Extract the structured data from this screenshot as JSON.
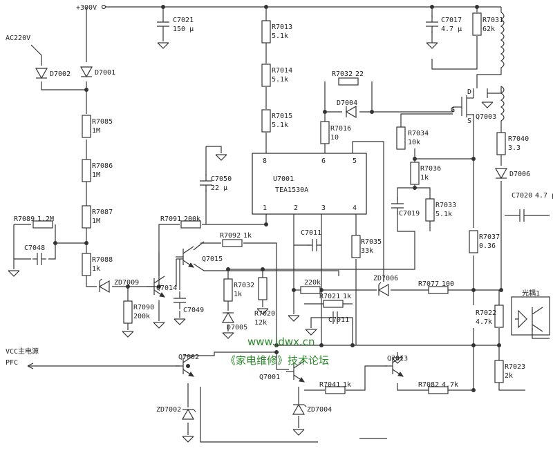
{
  "nets": {
    "v300": "+300V",
    "ac": "AC220V",
    "vcc": "VCC主电源",
    "pfc": "PFC",
    "opto": "光耦1"
  },
  "ic": {
    "ref": "U7001",
    "part": "TEA1530A",
    "pins": [
      "8",
      "6",
      "5",
      "1",
      "2",
      "3",
      "4"
    ]
  },
  "mosfet": {
    "ref": "Q7003",
    "d": "D",
    "g": "G",
    "s": "S"
  },
  "parts": [
    {
      "id": "c7021",
      "ref": "C7021",
      "val": "150 μ"
    },
    {
      "id": "r7013",
      "ref": "R7013",
      "val": "5.1k"
    },
    {
      "id": "r7014",
      "ref": "R7014",
      "val": "5.1k"
    },
    {
      "id": "r7015",
      "ref": "R7015",
      "val": "5.1k"
    },
    {
      "id": "c7017",
      "ref": "C7017",
      "val": "4.7 μ"
    },
    {
      "id": "r7031",
      "ref": "R7031",
      "val": "62k"
    },
    {
      "id": "d7002",
      "ref": "D7002",
      "val": ""
    },
    {
      "id": "d7001",
      "ref": "D7001",
      "val": ""
    },
    {
      "id": "r7085",
      "ref": "R7085",
      "val": "1M"
    },
    {
      "id": "r7086",
      "ref": "R7086",
      "val": "1M"
    },
    {
      "id": "r7087",
      "ref": "R7087",
      "val": "1M"
    },
    {
      "id": "r7088",
      "ref": "R7088",
      "val": "1k"
    },
    {
      "id": "r7089",
      "ref": "R7089",
      "val": "1.2M"
    },
    {
      "id": "c7048",
      "ref": "C7048",
      "val": ""
    },
    {
      "id": "r7032a",
      "ref": "R7032",
      "val": "22"
    },
    {
      "id": "d7004",
      "ref": "D7004",
      "val": ""
    },
    {
      "id": "r7016",
      "ref": "R7016",
      "val": "10"
    },
    {
      "id": "r7034",
      "ref": "R7034",
      "val": "10k"
    },
    {
      "id": "r7040",
      "ref": "R7040",
      "val": "3.3"
    },
    {
      "id": "d7006",
      "ref": "D7006",
      "val": ""
    },
    {
      "id": "c7050",
      "ref": "C7050",
      "val": "22 μ"
    },
    {
      "id": "r7036",
      "ref": "R7036",
      "val": "1k"
    },
    {
      "id": "c7019",
      "ref": "C7019",
      "val": ""
    },
    {
      "id": "r7033",
      "ref": "R7033",
      "val": "5.1k"
    },
    {
      "id": "c7020",
      "ref": "C7020",
      "val": "4.7 μ"
    },
    {
      "id": "r7091",
      "ref": "R7091",
      "val": "200k"
    },
    {
      "id": "r7092",
      "ref": "R7092",
      "val": "1k"
    },
    {
      "id": "c7011a",
      "ref": "C7011",
      "val": ""
    },
    {
      "id": "r7035",
      "ref": "R7035",
      "val": "33k"
    },
    {
      "id": "r7037",
      "ref": "R7037",
      "val": "0.36"
    },
    {
      "id": "q7015",
      "ref": "Q7015",
      "val": ""
    },
    {
      "id": "zd7009",
      "ref": "ZD7009",
      "val": ""
    },
    {
      "id": "q7014",
      "ref": "Q7014",
      "val": ""
    },
    {
      "id": "r7032b",
      "ref": "R7032",
      "val": "1k"
    },
    {
      "id": "zd7006",
      "ref": "ZD7006",
      "val": ""
    },
    {
      "id": "r7077",
      "ref": "R7077",
      "val": "100"
    },
    {
      "id": "r7090",
      "ref": "R7090",
      "val": "200k"
    },
    {
      "id": "c7049",
      "ref": "C7049",
      "val": ""
    },
    {
      "id": "d7005",
      "ref": "D7005",
      "val": ""
    },
    {
      "id": "r7020",
      "ref": "R7020",
      "val": "12k"
    },
    {
      "id": "r7021",
      "ref": "R7021",
      "val": "1k"
    },
    {
      "id": "r220k",
      "ref": "",
      "val": "220k"
    },
    {
      "id": "c7011b",
      "ref": "C7011",
      "val": ""
    },
    {
      "id": "r7022",
      "ref": "R7022",
      "val": "4.7k"
    },
    {
      "id": "q7002",
      "ref": "Q7002",
      "val": ""
    },
    {
      "id": "q7001",
      "ref": "Q7001",
      "val": ""
    },
    {
      "id": "q7013",
      "ref": "Q7013",
      "val": ""
    },
    {
      "id": "r7023",
      "ref": "R7023",
      "val": "2k"
    },
    {
      "id": "r7041",
      "ref": "R7041",
      "val": "1k"
    },
    {
      "id": "r7082",
      "ref": "R7082",
      "val": "4.7k"
    },
    {
      "id": "zd7002",
      "ref": "ZD7002",
      "val": ""
    },
    {
      "id": "zd7004",
      "ref": "ZD7004",
      "val": ""
    }
  ],
  "watermark": {
    "url": "www.jdwx.cn",
    "forum": "《家电维修》技术论坛"
  }
}
